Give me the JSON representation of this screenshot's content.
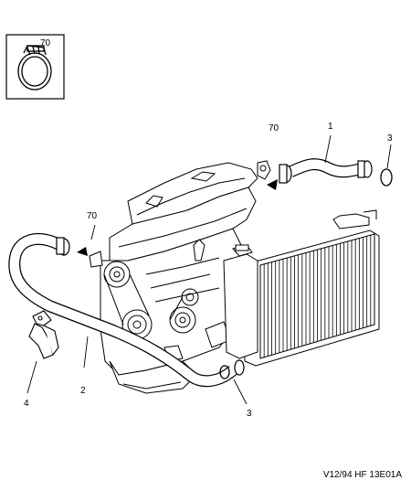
{
  "inset": {
    "part_number": "70"
  },
  "callouts": {
    "c1": "1",
    "c70_top": "70",
    "c3_top": "3",
    "c70_left": "70",
    "c2": "2",
    "c4": "4",
    "c3_bottom": "3"
  },
  "reference": "V12/94  HF  13E01A",
  "colors": {
    "line": "#000000",
    "background": "#ffffff",
    "hose_fill": "#ffffff"
  }
}
